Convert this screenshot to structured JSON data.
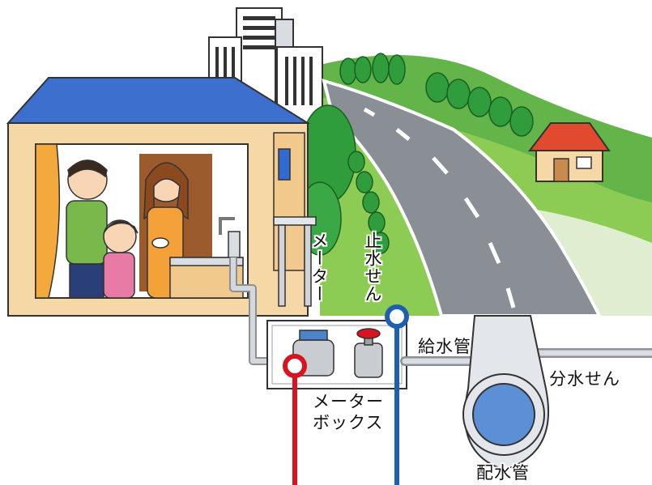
{
  "labels": {
    "meter": "メーター",
    "stop_valve": "止水せん",
    "supply_pipe": "給水管",
    "branch_valve": "分水せん",
    "meter_box_line1": "メーター",
    "meter_box_line2": "ボックス",
    "distribution_pipe": "配水管"
  },
  "colors": {
    "meter_marker": "#d7141f",
    "stop_valve_marker": "#1f5fb0",
    "house_wall": "#f6d7a6",
    "roof": "#3d6fcf",
    "road": "#8a8f96",
    "grass": "#7cc242",
    "tree": "#2f9d3b",
    "pipe": "#c9cdd2",
    "main_pipe": "#5b8fd6"
  }
}
